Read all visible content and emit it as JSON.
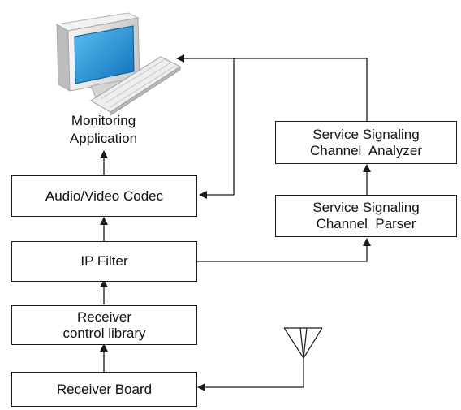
{
  "nodes": {
    "monitoring_app": {
      "line1": "Monitoring",
      "line2": "Application"
    },
    "av_codec": {
      "label": "Audio/Video Codec"
    },
    "ip_filter": {
      "label": "IP Filter"
    },
    "receiver_control": {
      "line1": "Receiver",
      "line2": "control library"
    },
    "receiver_board": {
      "label": "Receiver Board"
    },
    "ssc_analyzer": {
      "line1": "Service Signaling",
      "line2": "Channel  Analyzer"
    },
    "ssc_parser": {
      "line1": "Service Signaling",
      "line2": "Channel  Parser"
    }
  },
  "icons": {
    "computer": "desktop-computer-icon",
    "antenna": "antenna-icon"
  },
  "colors": {
    "line": "#1a1a1a",
    "screen": "#1e8fd6",
    "case": "#e6e6e6"
  }
}
